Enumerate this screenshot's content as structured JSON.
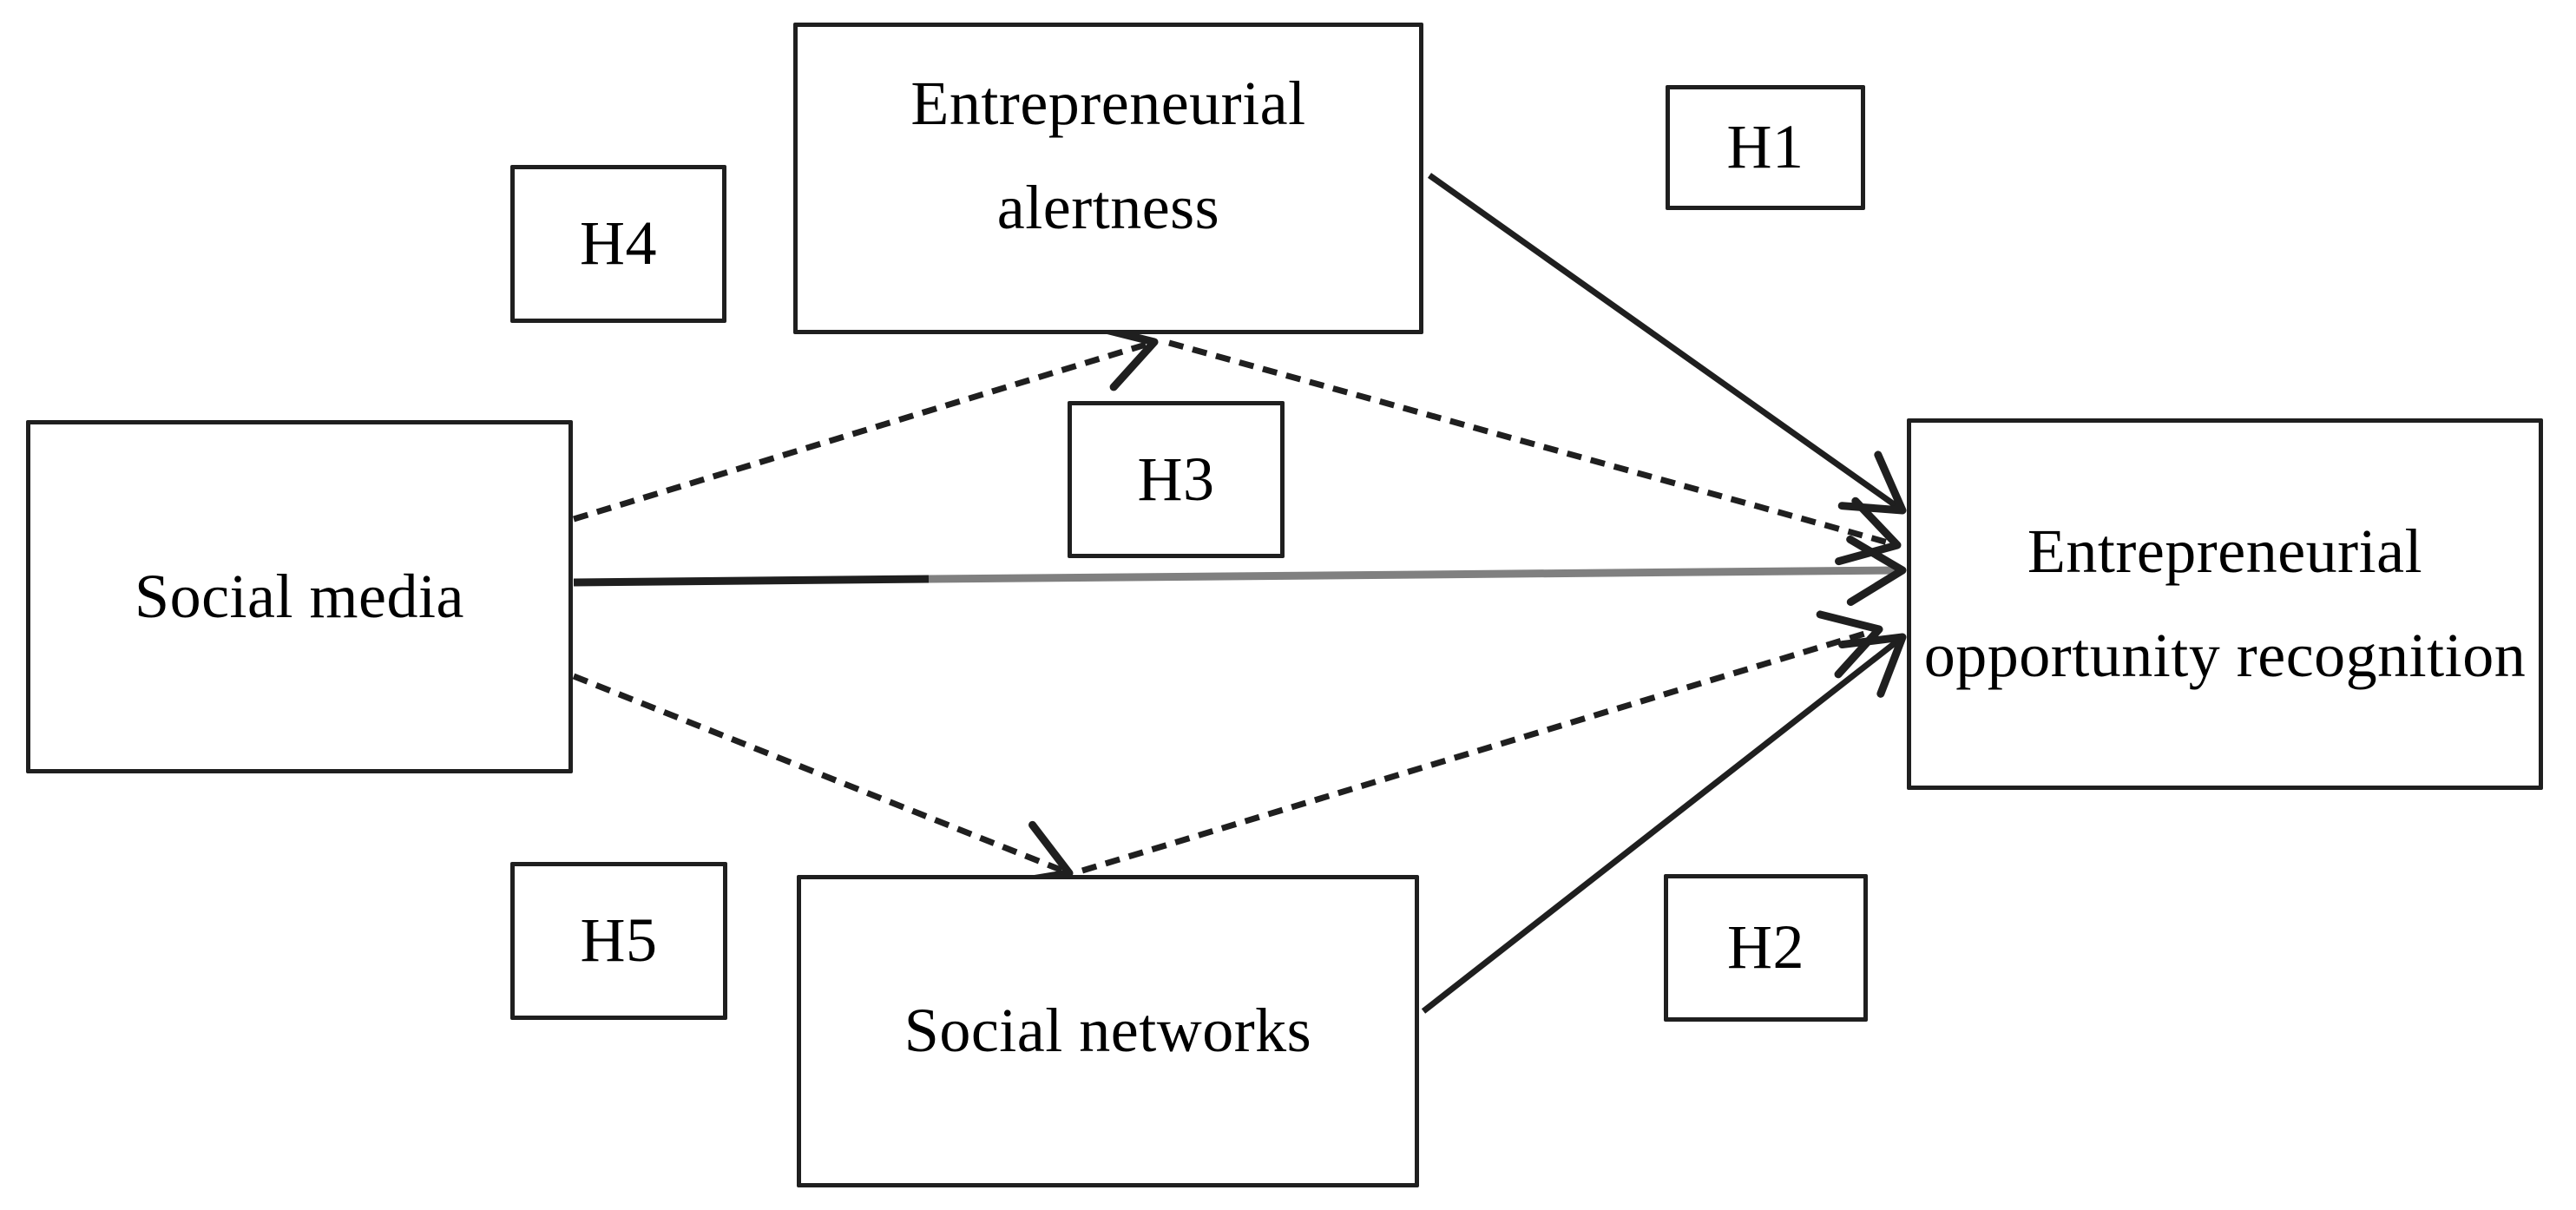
{
  "figure": {
    "type": "conceptual-model-path-diagram",
    "background": "#ffffff"
  },
  "nodes": {
    "social_media": {
      "label": "Social media"
    },
    "alertness": {
      "label": "Entrepreneurial alertness"
    },
    "networks": {
      "label": "Social networks"
    },
    "recognition": {
      "label": "Entrepreneurial opportunity recognition"
    }
  },
  "hypotheses": {
    "h1": "H1",
    "h2": "H2",
    "h3": "H3",
    "h4": "H4",
    "h5": "H5"
  },
  "edges": [
    {
      "id": "h1",
      "label": "H1",
      "from": "alertness",
      "to": "recognition",
      "style": "solid"
    },
    {
      "id": "h2",
      "label": "H2",
      "from": "networks",
      "to": "recognition",
      "style": "solid"
    },
    {
      "id": "h3",
      "label": "H3",
      "from": "social_media",
      "to": "recognition",
      "style": "solid"
    },
    {
      "id": "h4",
      "label": "H4",
      "from": "social_media",
      "to": "recognition",
      "via": "alertness",
      "style": "dashed"
    },
    {
      "id": "h5",
      "label": "H5",
      "from": "social_media",
      "to": "recognition",
      "via": "networks",
      "style": "dashed"
    }
  ],
  "colors": {
    "stroke": "#1f1f1f",
    "stroke_gray": "#808080",
    "text": "#000000",
    "background": "#ffffff"
  }
}
